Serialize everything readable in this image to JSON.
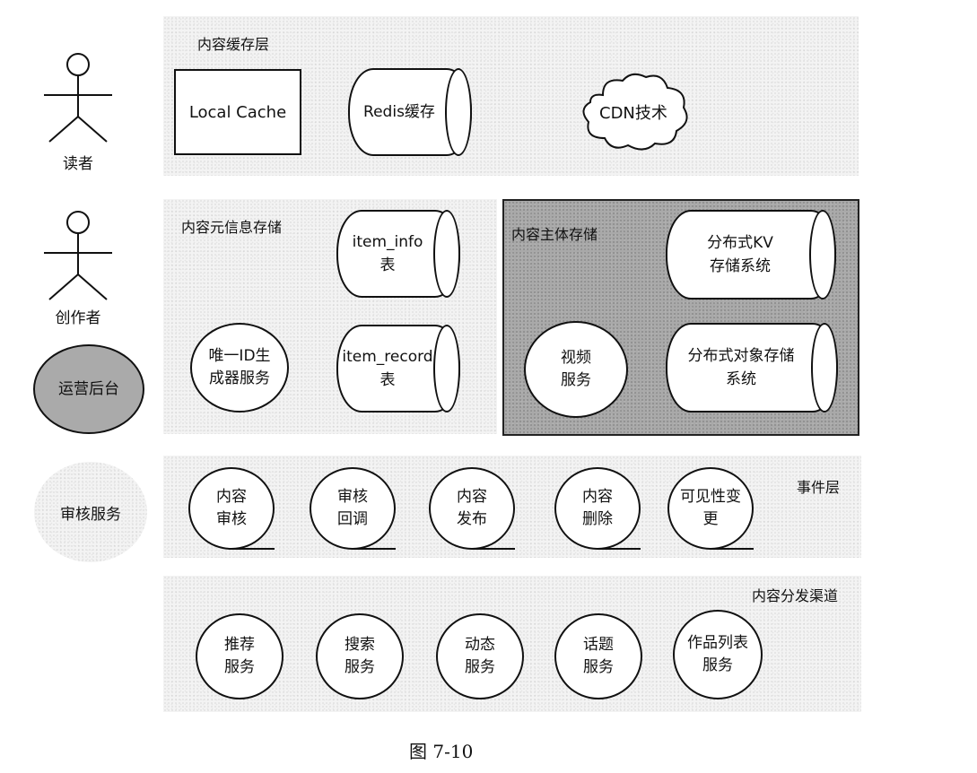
{
  "actors": {
    "reader": "读者",
    "creator": "创作者"
  },
  "ops_backend": "运营后台",
  "review_service": "审核服务",
  "cache_layer": {
    "title": "内容缓存层",
    "local_cache": "Local Cache",
    "redis": "Redis缓存",
    "cdn": "CDN技术"
  },
  "meta_storage": {
    "title": "内容元信息存储",
    "item_info": [
      "item_info",
      "表"
    ],
    "item_record": [
      "item_record",
      "表"
    ],
    "id_service": [
      "唯一ID生",
      "成器服务"
    ]
  },
  "main_storage": {
    "title": "内容主体存储",
    "kv": [
      "分布式KV",
      "存储系统"
    ],
    "video": [
      "视频",
      "服务"
    ],
    "object": [
      "分布式对象存储",
      "系统"
    ]
  },
  "event_layer": {
    "title": "事件层",
    "items": [
      [
        "内容",
        "审核"
      ],
      [
        "审核",
        "回调"
      ],
      [
        "内容",
        "发布"
      ],
      [
        "内容",
        "删除"
      ],
      [
        "可见性变",
        "更"
      ]
    ]
  },
  "distribution": {
    "title": "内容分发渠道",
    "items": [
      [
        "推荐",
        "服务"
      ],
      [
        "搜索",
        "服务"
      ],
      [
        "动态",
        "服务"
      ],
      [
        "话题",
        "服务"
      ],
      [
        "作品列表",
        "服务"
      ]
    ]
  },
  "caption": "图 7-10"
}
